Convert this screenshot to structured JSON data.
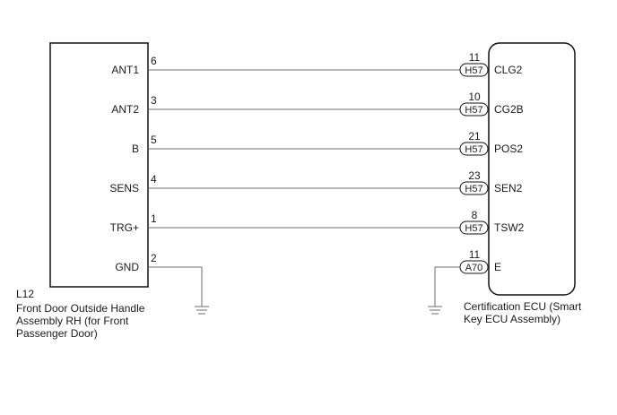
{
  "left_component": {
    "code": "L12",
    "name_lines": [
      "Front Door Outside Handle",
      "Assembly RH (for Front",
      "Passenger Door)"
    ]
  },
  "right_component": {
    "name_lines": [
      "Certification ECU (Smart",
      "Key ECU Assembly)"
    ]
  },
  "wires": [
    {
      "left_pin": "ANT1",
      "left_num": "6",
      "right_num": "11",
      "connector": "H57",
      "right_pin": "CLG2"
    },
    {
      "left_pin": "ANT2",
      "left_num": "3",
      "right_num": "10",
      "connector": "H57",
      "right_pin": "CG2B"
    },
    {
      "left_pin": "B",
      "left_num": "5",
      "right_num": "21",
      "connector": "H57",
      "right_pin": "POS2"
    },
    {
      "left_pin": "SENS",
      "left_num": "4",
      "right_num": "23",
      "connector": "H57",
      "right_pin": "SEN2"
    },
    {
      "left_pin": "TRG+",
      "left_num": "1",
      "right_num": "8",
      "connector": "H57",
      "right_pin": "TSW2"
    },
    {
      "left_pin": "GND",
      "left_num": "2",
      "right_num": "11",
      "connector": "A70",
      "right_pin": "E"
    }
  ]
}
